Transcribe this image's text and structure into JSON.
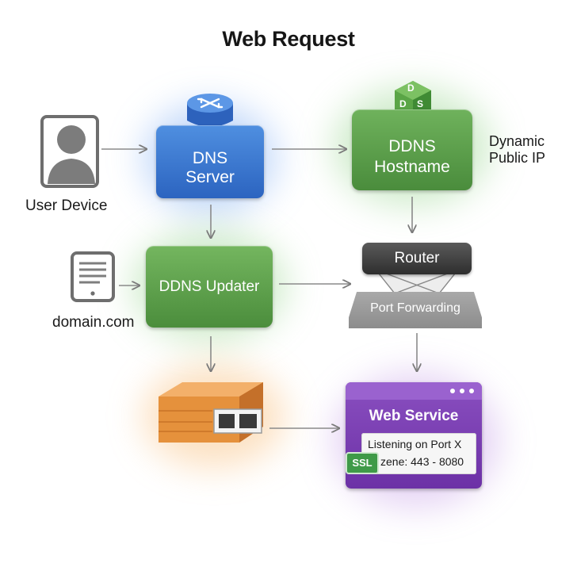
{
  "title": "Web Request",
  "nodes": {
    "user_device": "User Device",
    "dns_server": {
      "line1": "DNS",
      "line2": "Server"
    },
    "ddns_hostname": {
      "line1": "DDNS",
      "line2": "Hostname",
      "logo": [
        "D",
        "D",
        "S"
      ]
    },
    "dynamic_ip": {
      "line1": "Dynamic",
      "line2": "Public IP"
    },
    "domain": "domain.com",
    "ddns_updater": "DDNS Updater",
    "router": {
      "title": "Router",
      "base": "Port Forwarding"
    },
    "web_service": {
      "title": "Web Service",
      "line1": "Listening on Port X",
      "line2": "zene: 443 - 8080",
      "badge": "SSL"
    }
  },
  "colors": {
    "dns_blue": "#3a78d4",
    "ddns_green": "#5aa048",
    "switch_orange": "#e28a3a",
    "web_purple": "#7a3fb4",
    "router_dark": "#3a3a3a"
  },
  "icons": [
    "user-device-icon",
    "dns-server-cylinder-icon",
    "ddns-logo-icon",
    "document-tablet-icon",
    "network-switch-icon"
  ]
}
